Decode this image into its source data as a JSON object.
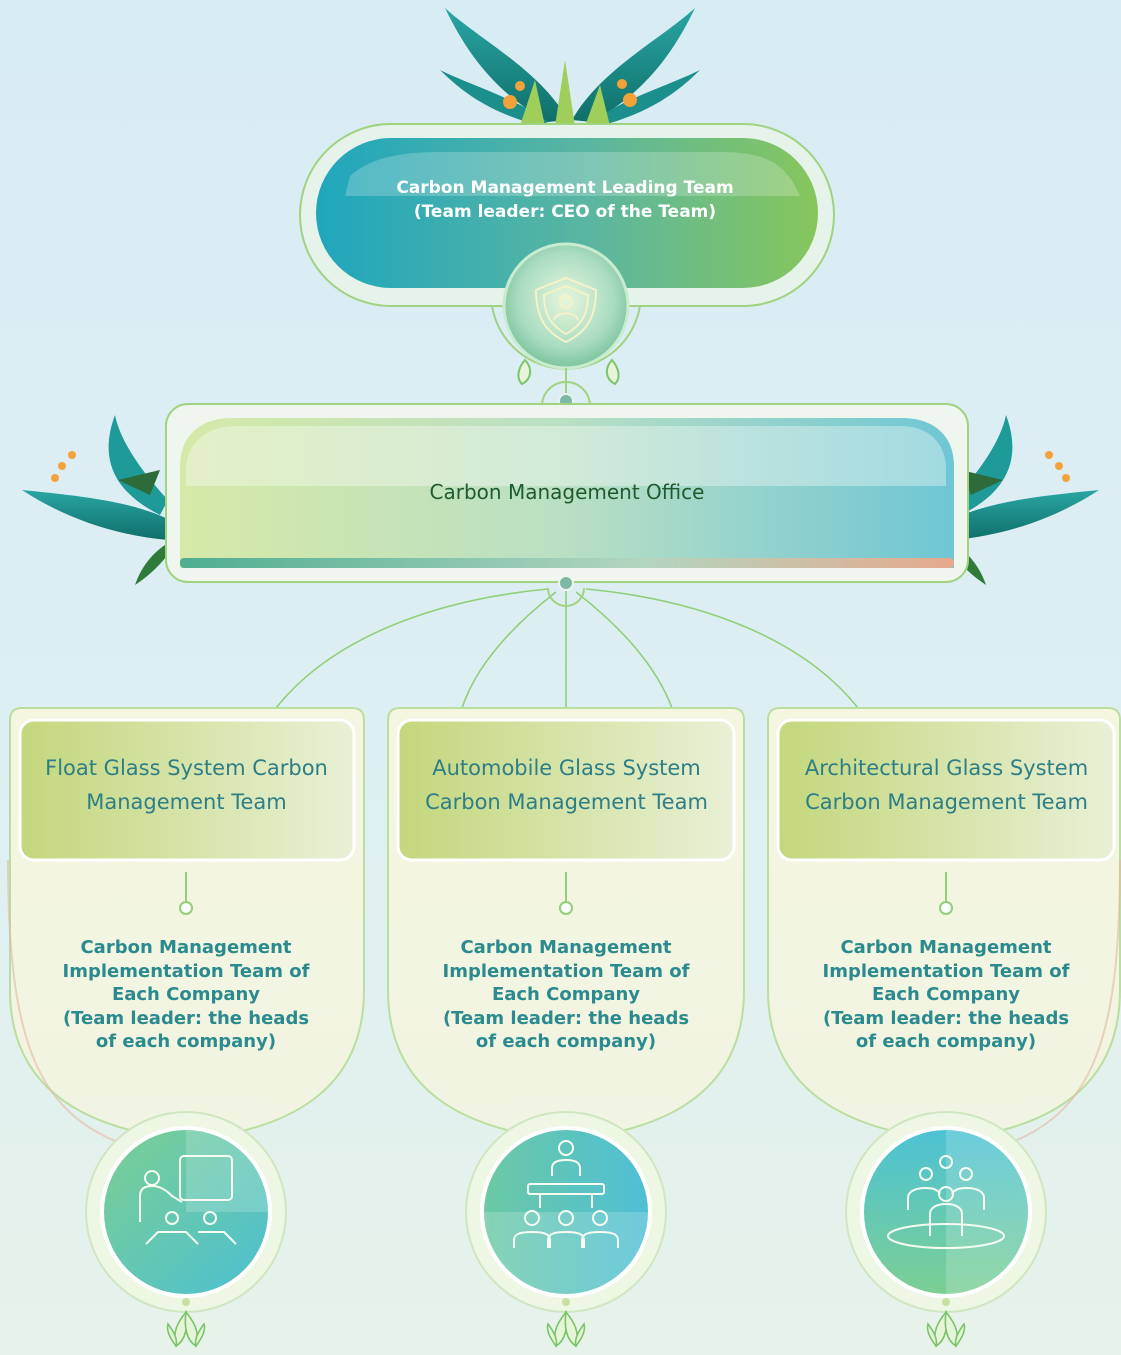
{
  "leading_team": {
    "line1": "Carbon Management Leading Team",
    "line2": "(Team leader: CEO of the Team)"
  },
  "office": {
    "label": "Carbon Management Office"
  },
  "teams": [
    {
      "title_line1": "Float Glass System Carbon",
      "title_line2": "Management Team",
      "body": [
        "Carbon Management",
        "Implementation Team of",
        "Each Company",
        "(Team leader: the heads",
        "of each company)"
      ],
      "icon": "presentation-icon"
    },
    {
      "title_line1": "Automobile Glass System",
      "title_line2": "Carbon Management Team",
      "body": [
        "Carbon Management",
        "Implementation Team of",
        "Each Company",
        "(Team leader: the heads",
        "of each company)"
      ],
      "icon": "meeting-icon"
    },
    {
      "title_line1": "Architectural Glass System",
      "title_line2": "Carbon Management Team",
      "body": [
        "Carbon Management",
        "Implementation Team of",
        "Each Company",
        "(Team leader: the heads",
        "of each company)"
      ],
      "icon": "group-icon"
    }
  ],
  "icons": {
    "leading": "shield-person-icon",
    "decor": "leaf-decoration-icon"
  },
  "colors": {
    "teal": "#2aa7b8",
    "green": "#8cc85a",
    "line": "#8fcf7a",
    "title_text": "#2d7e86",
    "office_text": "#1e5b2f"
  }
}
